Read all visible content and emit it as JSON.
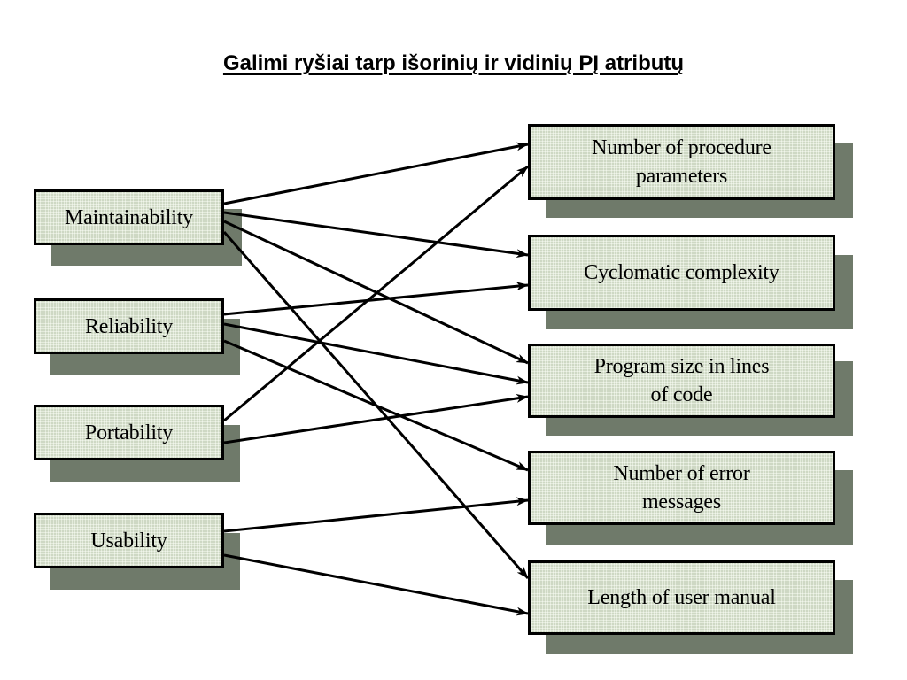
{
  "title": "Galimi ryšiai tarp išorinių ir vidinių PĮ atributų",
  "external_attributes": [
    {
      "id": "maintainability",
      "label": "Maintainability"
    },
    {
      "id": "reliability",
      "label": "Reliability"
    },
    {
      "id": "portability",
      "label": "Portability"
    },
    {
      "id": "usability",
      "label": "Usability"
    }
  ],
  "internal_attributes": [
    {
      "id": "params",
      "label": "Number of procedure\nparameters"
    },
    {
      "id": "cyclomatic",
      "label": "Cyclomatic complexity"
    },
    {
      "id": "size",
      "label": "Program size in lines\nof code"
    },
    {
      "id": "errors",
      "label": "Number of error\nmessages"
    },
    {
      "id": "manual",
      "label": "Length of user manual"
    }
  ],
  "relations": [
    {
      "from": "maintainability",
      "to": "params"
    },
    {
      "from": "maintainability",
      "to": "cyclomatic"
    },
    {
      "from": "maintainability",
      "to": "size"
    },
    {
      "from": "maintainability",
      "to": "manual"
    },
    {
      "from": "reliability",
      "to": "cyclomatic"
    },
    {
      "from": "reliability",
      "to": "size"
    },
    {
      "from": "reliability",
      "to": "errors"
    },
    {
      "from": "portability",
      "to": "params"
    },
    {
      "from": "portability",
      "to": "size"
    },
    {
      "from": "usability",
      "to": "errors"
    },
    {
      "from": "usability",
      "to": "manual"
    }
  ],
  "colors": {
    "box_fill": "#dde6d3",
    "box_shadow": "#6f7a6a",
    "border": "#000000",
    "arrow": "#000000"
  }
}
